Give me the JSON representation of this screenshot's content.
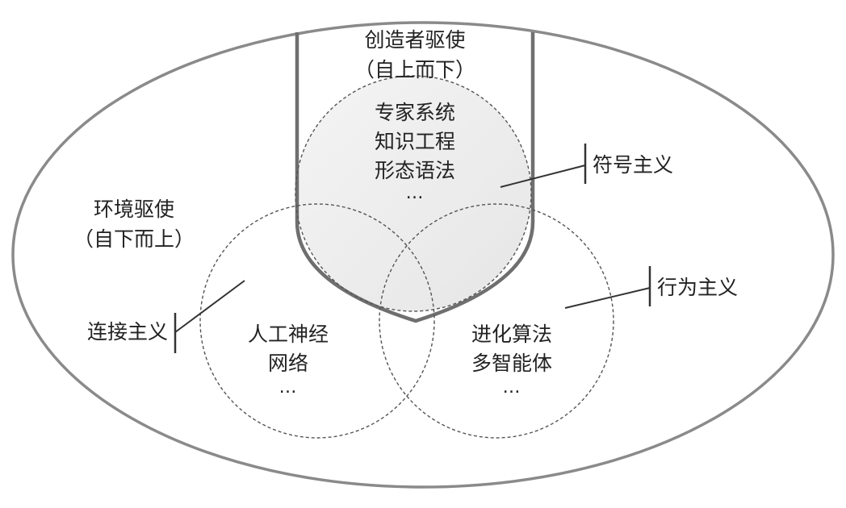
{
  "top_region": {
    "line1": "创造者驱使",
    "line2": "（自上而下）"
  },
  "left_region": {
    "line1": "环境驱使",
    "line2": "（自下而上）"
  },
  "symbolism": {
    "items": [
      "专家系统",
      "知识工程",
      "形态语法"
    ],
    "ellipsis": "…",
    "label": "符号主义"
  },
  "connectionism": {
    "items": [
      "人工神经",
      "网络"
    ],
    "ellipsis": "…",
    "label": "连接主义"
  },
  "behaviorism": {
    "items": [
      "进化算法",
      "多智能体"
    ],
    "ellipsis": "…",
    "label": "行为主义"
  },
  "colors": {
    "outline": "#7a7a7a",
    "shade": "#ececec",
    "dash": "#555555",
    "text": "#222222"
  }
}
